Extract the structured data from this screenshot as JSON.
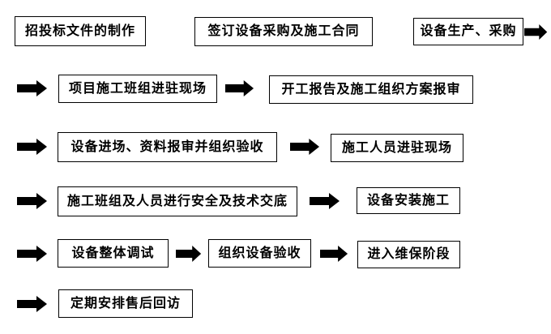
{
  "flowchart": {
    "description": "Equipment procurement and construction project workflow diagram",
    "colors": {
      "background": "#ffffff",
      "box_border": "#000000",
      "box_fill": "#ffffff",
      "text": "#000000",
      "arrow": "#000000"
    },
    "arrow_icon": {
      "name": "arrow-right-icon",
      "glyph": "➡"
    },
    "rows": [
      {
        "boxes": [
          "招投标文件的制作",
          "签订设备采购及施工合同",
          "设备生产、采购"
        ]
      },
      {
        "boxes": [
          "项目施工班组进驻现场",
          "开工报告及施工组织方案报审"
        ]
      },
      {
        "boxes": [
          "设备进场、资料报审并组织验收",
          "施工人员进驻现场"
        ]
      },
      {
        "boxes": [
          "施工班组及人员进行安全及技术交底",
          "设备安装施工"
        ]
      },
      {
        "boxes": [
          "设备整体调试",
          "组织设备验收",
          "进入维保阶段"
        ]
      },
      {
        "boxes": [
          "定期安排售后回访"
        ]
      }
    ]
  }
}
